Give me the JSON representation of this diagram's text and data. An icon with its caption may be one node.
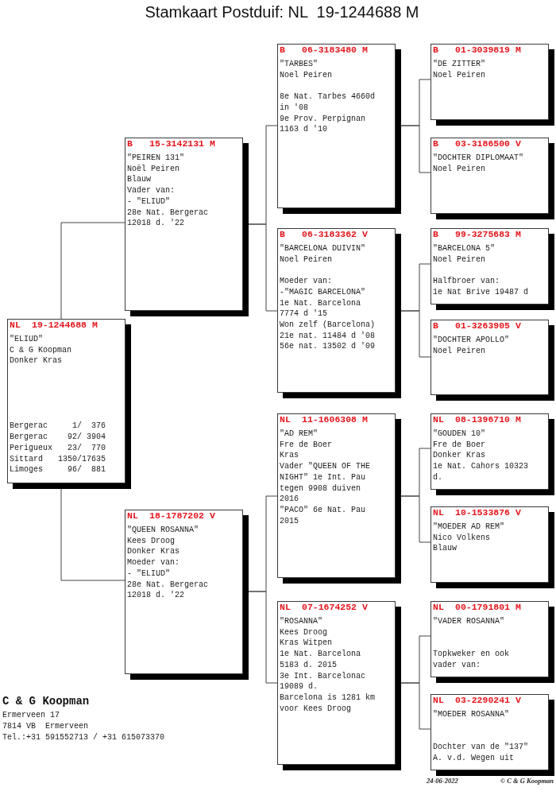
{
  "diagram": {
    "title": "Stamkaart Postduif: NL  19-1244688 M",
    "nodes": [
      {
        "text": [
          "NL",
          "19-1244688 M",
          "\"ELIUD\"",
          "C & G Koopman",
          "Donker Kras",
          "Bergerac",
          "1/",
          "376",
          "Bergerac",
          "92/",
          "3904",
          "Perigueux",
          "23/",
          "770",
          "Sittard",
          "1350/",
          "17635",
          "Limoges",
          "96/",
          "881"
        ]
      },
      {
        "text": [
          "B",
          "15-3142131 M",
          "\"PEIREN 131\"",
          "Noël Peiren",
          "Blauw",
          "Vader van:",
          "- \"ELIUD\"",
          "28e Nat. Bergerac 12018 d. '22"
        ]
      },
      {
        "text": [
          "NL",
          "18-1787202 V",
          "\"QUEEN ROSANNA\"",
          "Kees Droog",
          "Donker Kras",
          "Moeder van:",
          "- \"ELIUD\"",
          "28e Nat. Bergerac 12018 d. '22"
        ]
      },
      {
        "text": [
          "B",
          "06-3183480 M",
          "\"TARBES\"",
          "Noel Peiren",
          "8e Nat. Tarbes 4660d in '08",
          "9e Prov. Perpignan 1163 d '10"
        ]
      },
      {
        "text": [
          "B",
          "06-3183362 V",
          "\"BARCELONA DUIVIN\"",
          "Noel Peiren",
          "Moeder van:",
          "-\"MAGIC BARCELONA\"",
          "1e Nat. Barcelona 7774 d '15",
          "Won zelf (Barcelona)",
          "21e nat. 11484 d '08",
          "56e nat. 13502 d '09"
        ]
      },
      {
        "text": [
          "NL",
          "11-1606308 M",
          "\"AD REM\"",
          "Fre de Boer",
          "Kras",
          "Vader \"QUEEN OF THE NIGHT\" 1e Int. Pau tegen 9908 duiven 2016",
          "\"PACO\" 6e Nat. Pau 2015"
        ]
      },
      {
        "text": [
          "NL",
          "07-1674252 V",
          "\"ROSANNA\"",
          "Kees Droog",
          "Kras Witpen",
          "1e Nat. Barcelona 5183 d. 2015",
          "3e Int. Barcelonac 19089 d.",
          "Barcelona is 1281 km voor Kees Droog"
        ]
      },
      {
        "text": [
          "B",
          "01-3039819 M",
          "\"DE ZITTER\"",
          "Noel Peiren"
        ]
      },
      {
        "text": [
          "B",
          "03-3186500 V",
          "\"DOCHTER DIPLOMAAT\"",
          "Noel Peiren"
        ]
      },
      {
        "text": [
          "B",
          "99-3275683 M",
          "\"BARCELONA 5\"",
          "Noel Peiren",
          "Halfbroer van:",
          "1e Nat Brive 19487 d"
        ]
      },
      {
        "text": [
          "B",
          "01-3263905 V",
          "\"DOCHTER APOLLO\"",
          "Noel Peiren"
        ]
      },
      {
        "text": [
          "NL",
          "08-1396710 M",
          "\"GOUDEN 10\"",
          "Fre de Boer",
          "Donker Kras",
          "1e Nat. Cahors 10323 d."
        ]
      },
      {
        "text": [
          "NL",
          "10-1533876 V",
          "\"MOEDER AD REM\"",
          "Nico Volkens",
          "Blauw"
        ]
      },
      {
        "text": [
          "NL",
          "00-1791801 M",
          "\"VADER ROSANNA\"",
          "Topkweker en ook vader van:"
        ]
      },
      {
        "text": [
          "NL",
          "03-2290241 V",
          "\"MOEDER ROSANNA\"",
          "Dochter van de \"137\" A. v.d. Wegen uit"
        ]
      }
    ],
    "edges": [
      {
        "from": 0,
        "to": 1,
        "arrow": "none"
      },
      {
        "from": 0,
        "to": 2,
        "arrow": "none"
      },
      {
        "from": 1,
        "to": 3,
        "arrow": "none"
      },
      {
        "from": 1,
        "to": 4,
        "arrow": "none"
      },
      {
        "from": 2,
        "to": 5,
        "arrow": "none"
      },
      {
        "from": 2,
        "to": 6,
        "arrow": "none"
      },
      {
        "from": 3,
        "to": 7,
        "arrow": "none"
      },
      {
        "from": 3,
        "to": 8,
        "arrow": "none"
      },
      {
        "from": 4,
        "to": 9,
        "arrow": "none"
      },
      {
        "from": 4,
        "to": 10,
        "arrow": "none"
      },
      {
        "from": 5,
        "to": 11,
        "arrow": "none"
      },
      {
        "from": 5,
        "to": 12,
        "arrow": "none"
      },
      {
        "from": 6,
        "to": 13,
        "arrow": "none"
      },
      {
        "from": 6,
        "to": 14,
        "arrow": "none"
      }
    ],
    "labels": [
      "C & G Koopman",
      "Ermerveen 17",
      "7814 VB  Ermerveen",
      "Tel.:+31 591552713 / +31 615073370",
      "24-06-2022",
      "© C & G Koopman"
    ]
  }
}
